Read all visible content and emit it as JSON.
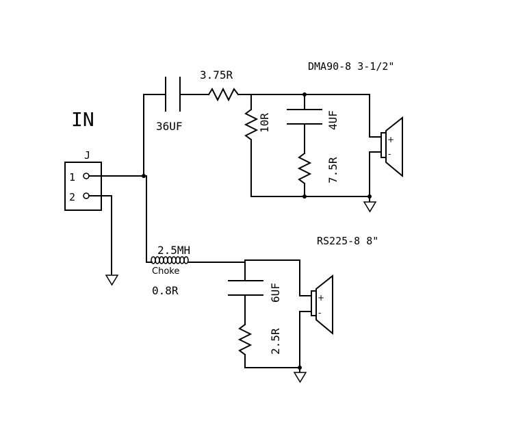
{
  "diagram": {
    "input_label": "IN",
    "jack": {
      "ref": "J",
      "pin1": "1",
      "pin2": "2"
    },
    "tweeter": {
      "model": "DMA90-8 3-1/2\"",
      "series_cap": "36UF",
      "series_res": "3.75R",
      "shunt_res": "10R",
      "shunt_cap": "4UF",
      "notch_res": "7.5R",
      "plus": "+",
      "minus": "-"
    },
    "woofer": {
      "model": "RS225-8 8\"",
      "inductor": "2.5MH",
      "inductor_type": "Choke",
      "inductor_res": "0.8R",
      "shunt_cap": "6UF",
      "shunt_res": "2.5R",
      "plus": "+",
      "minus": "-"
    }
  }
}
